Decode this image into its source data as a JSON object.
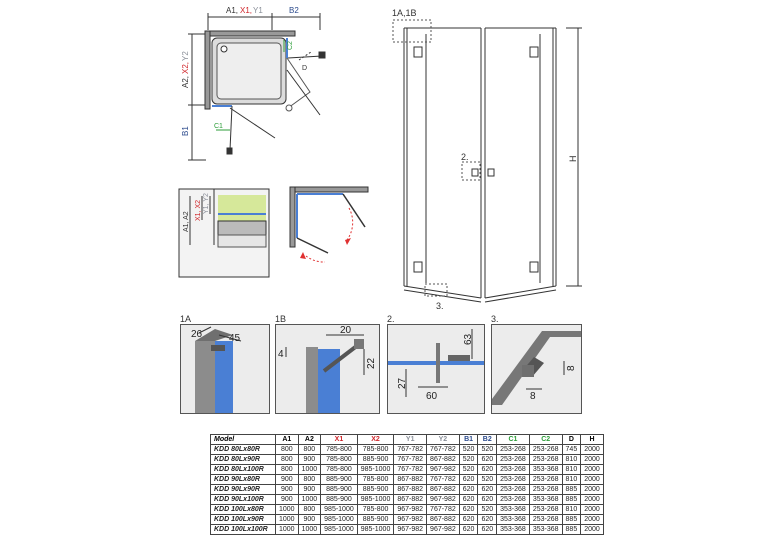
{
  "colors": {
    "line": "#333333",
    "dim_a": "#333333",
    "dim_x": "#d0262b",
    "dim_y": "#8a8f99",
    "dim_b": "#2b4a8c",
    "dim_c": "#2e9e3a",
    "glass": "#4a7fd4",
    "tray": "#dcdcdc",
    "highlight": "#d6e89a",
    "swing": "#e03030"
  },
  "plan": {
    "top_label_a": "A1,",
    "top_label_x": "X1,",
    "top_label_y": "Y1",
    "top_label_b": "B2",
    "side_label_a": "A2,",
    "side_label_x": "X2,",
    "side_label_y": "Y2",
    "side_label_b": "B1",
    "c1": "C1",
    "c2": "C2",
    "d": "D"
  },
  "section": {
    "label_a": "A1, A2",
    "label_x": "X1, X2",
    "label_y": "Y1, Y2"
  },
  "elevation": {
    "callout_1": "1A,1B",
    "callout_2": "2.",
    "callout_3": "3.",
    "height": "H"
  },
  "details": {
    "d1a": {
      "label": "1A",
      "dim1": "26",
      "dim2": "45"
    },
    "d1b": {
      "label": "1B",
      "dim1": "20",
      "dim2": "4",
      "dim3": "22"
    },
    "d2": {
      "label": "2.",
      "dim1": "63",
      "dim2": "27",
      "dim3": "60"
    },
    "d3": {
      "label": "3.",
      "dim1": "8",
      "dim2": "8"
    }
  },
  "table": {
    "headers": [
      "Model",
      "A1",
      "A2",
      "X1",
      "X2",
      "Y1",
      "Y2",
      "B1",
      "B2",
      "C1",
      "C2",
      "D",
      "H"
    ],
    "header_colors": [
      "#000000",
      "#000000",
      "#000000",
      "#d0262b",
      "#d0262b",
      "#8a8f99",
      "#8a8f99",
      "#2b4a8c",
      "#2b4a8c",
      "#2e9e3a",
      "#2e9e3a",
      "#000000",
      "#000000"
    ],
    "rows": [
      [
        "KDD 80Lx80R",
        "800",
        "800",
        "785-800",
        "785-800",
        "767-782",
        "767-782",
        "520",
        "520",
        "253-268",
        "253-268",
        "745",
        "2000"
      ],
      [
        "KDD 80Lx90R",
        "800",
        "900",
        "785-800",
        "885-900",
        "767-782",
        "867-882",
        "520",
        "620",
        "253-268",
        "253-268",
        "810",
        "2000"
      ],
      [
        "KDD 80Lx100R",
        "800",
        "1000",
        "785-800",
        "985-1000",
        "767-782",
        "967-982",
        "520",
        "620",
        "253-268",
        "353-368",
        "810",
        "2000"
      ],
      [
        "KDD 90Lx80R",
        "900",
        "800",
        "885-900",
        "785-800",
        "867-882",
        "767-782",
        "620",
        "520",
        "253-268",
        "253-268",
        "810",
        "2000"
      ],
      [
        "KDD 90Lx90R",
        "900",
        "900",
        "885-900",
        "885-900",
        "867-882",
        "867-882",
        "620",
        "620",
        "253-268",
        "253-268",
        "885",
        "2000"
      ],
      [
        "KDD 90Lx100R",
        "900",
        "1000",
        "885-900",
        "985-1000",
        "867-882",
        "967-982",
        "620",
        "620",
        "253-268",
        "353-368",
        "885",
        "2000"
      ],
      [
        "KDD 100Lx80R",
        "1000",
        "800",
        "985-1000",
        "785-800",
        "967-982",
        "767-782",
        "620",
        "520",
        "353-368",
        "253-268",
        "810",
        "2000"
      ],
      [
        "KDD 100Lx90R",
        "1000",
        "900",
        "985-1000",
        "885-900",
        "967-982",
        "867-882",
        "620",
        "620",
        "353-368",
        "253-268",
        "885",
        "2000"
      ],
      [
        "KDD 100Lx100R",
        "1000",
        "1000",
        "985-1000",
        "985-1000",
        "967-982",
        "967-982",
        "620",
        "620",
        "353-368",
        "353-368",
        "885",
        "2000"
      ]
    ]
  }
}
